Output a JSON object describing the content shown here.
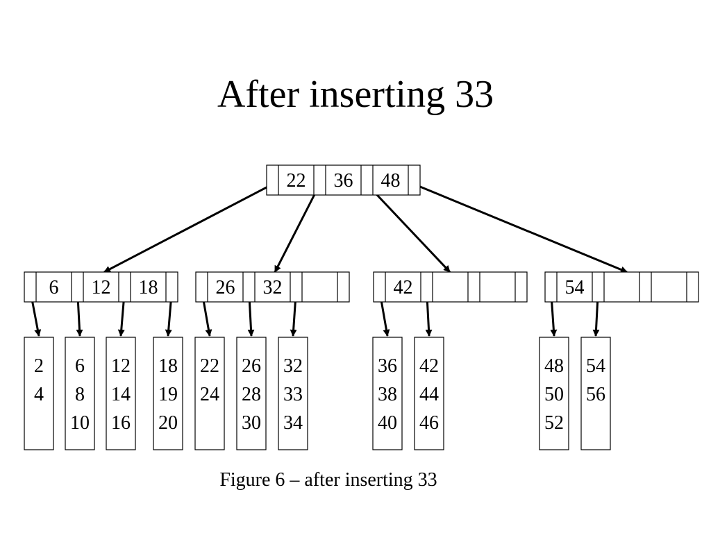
{
  "slide": {
    "title": "After inserting 33",
    "caption": "Figure 6 – after inserting 33"
  },
  "tree": {
    "root": {
      "keys": [
        "22",
        "36",
        "48"
      ]
    },
    "internal_nodes": [
      {
        "keys": [
          "6",
          "12",
          "18"
        ]
      },
      {
        "keys": [
          "26",
          "32",
          ""
        ]
      },
      {
        "keys": [
          "42",
          "",
          ""
        ]
      },
      {
        "keys": [
          "54",
          "",
          ""
        ]
      }
    ],
    "leaves": [
      {
        "values": [
          "2",
          "4"
        ]
      },
      {
        "values": [
          "6",
          "8",
          "10"
        ]
      },
      {
        "values": [
          "12",
          "14",
          "16"
        ]
      },
      {
        "values": [
          "18",
          "19",
          "20"
        ]
      },
      {
        "values": [
          "22",
          "24"
        ]
      },
      {
        "values": [
          "26",
          "28",
          "30"
        ]
      },
      {
        "values": [
          "32",
          "33",
          "34"
        ]
      },
      {
        "values": [
          "36",
          "38",
          "40"
        ]
      },
      {
        "values": [
          "42",
          "44",
          "46"
        ]
      },
      {
        "values": [
          "48",
          "50",
          "52"
        ]
      },
      {
        "values": [
          "54",
          "56"
        ]
      }
    ]
  }
}
